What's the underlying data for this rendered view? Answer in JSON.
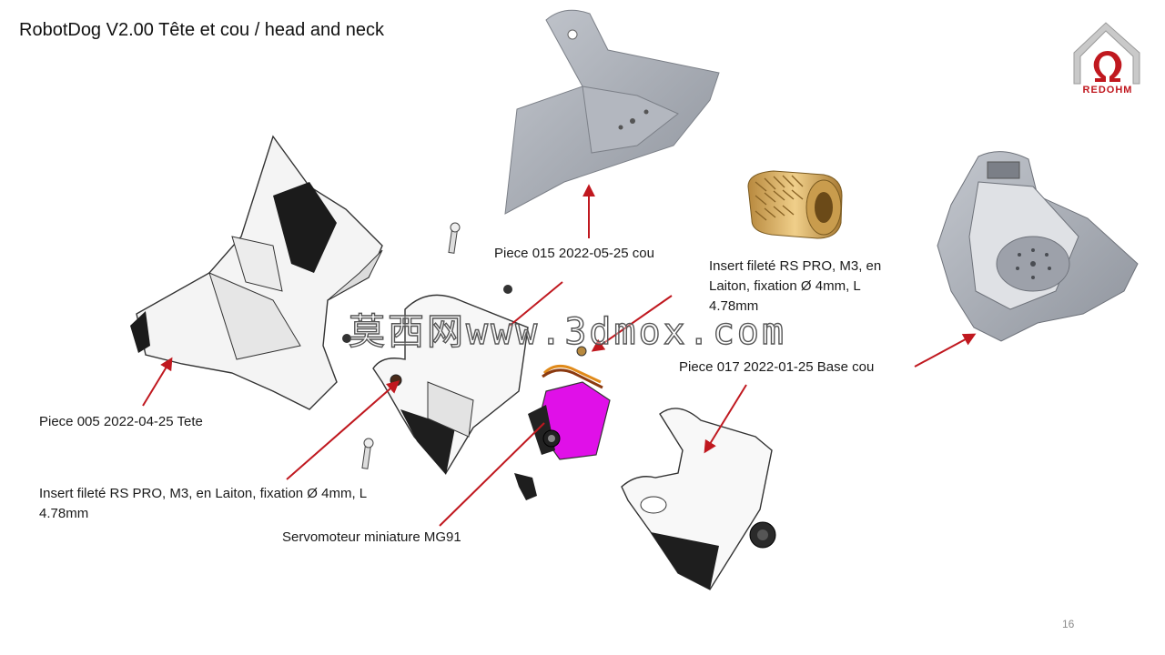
{
  "slide": {
    "title": "RobotDog V2.00 Tête et cou / head and neck",
    "page_number": "16",
    "logo_text": "REDOHM",
    "watermark": "莫西网www.3dmox.com"
  },
  "labels": {
    "piece_015": "Piece 015 2022-05-25 cou",
    "insert_right": "Insert fileté RS PRO, M3, en Laiton, fixation Ø 4mm, L 4.78mm",
    "piece_017": "Piece 017 2022-01-25 Base cou",
    "piece_005": "Piece 005 2022-04-25 Tete",
    "insert_left": "Insert fileté RS PRO, M3, en Laiton, fixation Ø 4mm, L 4.78mm",
    "servo": "Servomoteur miniature MG91"
  },
  "colors": {
    "arrow": "#c0181f",
    "logo": "#c0181f",
    "servo_body": "#e010e8",
    "brass": "#d4a95a",
    "gray_part": "#a9adb5"
  }
}
